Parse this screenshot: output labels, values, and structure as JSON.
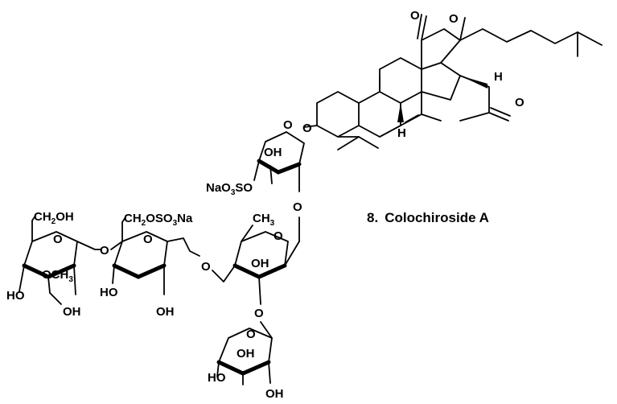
{
  "compound": {
    "number": "8.",
    "name": "Colochiroside A"
  },
  "atoms": {
    "lactone_carbonyl_O": "O",
    "lactone_ring_O": "O",
    "ketone_O": "O",
    "h_c20": "H",
    "h_c9": "H",
    "xylose_ring_O": "O",
    "glycoside_O3": "O",
    "xyl_OH": "OH",
    "sulfate_na": "NaO",
    "sulfate_o3": "3",
    "sulfate_so": "SO",
    "link_O_xyl_quin": "O",
    "ch2oh_ch2": "CH",
    "ch2oh_sub": "2",
    "ch2oh_oh": "OH",
    "mglc_ring_O": "O",
    "link_O_mglc_glc": "O",
    "ch2oso3na_a": "CH",
    "ch2oso3na_2": "2",
    "ch2oso3na_oso": "OSO",
    "ch2oso3na_3": "3",
    "ch2oso3na_na": "Na",
    "glc_ring_O": "O",
    "link_O_glc_quin": "O",
    "ch3_c": "CH",
    "ch3_sub": "3",
    "quin_ring_O": "O",
    "och3_o": "OCH",
    "och3_sub": "3",
    "mglc_ho": "HO",
    "mglc_oh": "OH",
    "glc_ho": "HO",
    "glc_oh": "OH",
    "quin_oh": "OH",
    "link_O_quin_xyl2": "O",
    "xyl2_ring_O": "O",
    "xyl2_oh1": "OH",
    "xyl2_ho": "HO",
    "xyl2_oh2": "OH"
  }
}
